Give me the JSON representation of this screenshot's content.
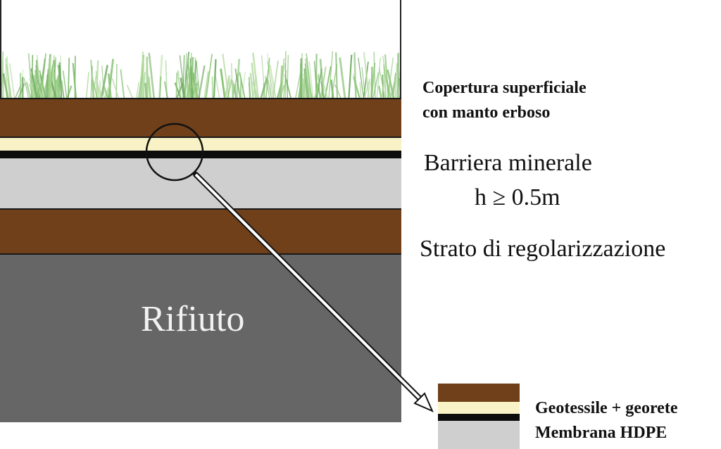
{
  "diagram": {
    "waste_label": "Rifiuto",
    "labels": {
      "cover_line1": "Copertura superficiale",
      "cover_line2": "con manto erboso",
      "barrier": "Barriera minerale",
      "barrier_thickness": "h ≥ 0.5m",
      "regularization": "Strato di regolarizzazione"
    },
    "detail": {
      "geotextile": "Geotessile + georete",
      "membrane": "Membrana HDPE"
    },
    "colors": {
      "topsoil": "#70401a",
      "geotextile": "#f9f2c6",
      "membrane": "#0d0d0d",
      "mineral_barrier": "#cfcfcf",
      "regularization": "#70401a",
      "waste": "#666666",
      "grass": "#7fbf6a"
    }
  }
}
